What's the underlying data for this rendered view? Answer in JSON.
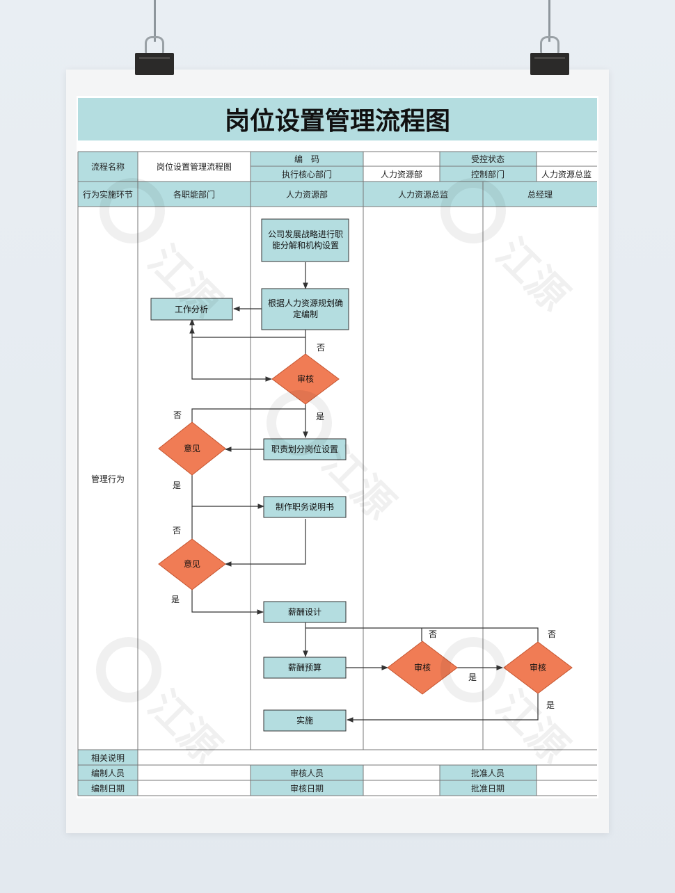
{
  "title": "岗位设置管理流程图",
  "header": {
    "flow_name_label": "流程名称",
    "flow_name_value": "岗位设置管理流程图",
    "code_label": "编　码",
    "code_value": "",
    "controlled_status_label": "受控状态",
    "controlled_status_value": "",
    "exec_dept_label": "执行核心部门",
    "exec_dept_value": "人力资源部",
    "control_dept_label": "控制部门",
    "control_dept_value": "人力资源总监"
  },
  "lanes": {
    "row_label": "行为实施环节",
    "cols": [
      "各职能部门",
      "人力资源部",
      "人力资源总监",
      "总经理"
    ]
  },
  "side_label": "管理行为",
  "nodes": {
    "n1": "公司发展战略进行职能分解和机构设置",
    "n1_line1": "公司发展战略进行职",
    "n1_line2": "能分解和机构设置",
    "n2_line1": "根据人力资源规划确",
    "n2_line2": "定编制",
    "job_analysis": "工作分析",
    "review1": "审核",
    "duty": "职责划分岗位设置",
    "opinion1": "意见",
    "job_desc": "制作职务说明书",
    "opinion2": "意见",
    "salary_design": "薪酬设计",
    "salary_budget": "薪酬预算",
    "review2": "审核",
    "review3": "审核",
    "implement": "实施"
  },
  "edge_labels": {
    "no": "否",
    "yes": "是"
  },
  "footer": {
    "notes_label": "相关说明",
    "notes_value": "",
    "editor_label": "编制人员",
    "reviewer_label": "审核人员",
    "approver_label": "批准人员",
    "edit_date_label": "编制日期",
    "review_date_label": "审核日期",
    "approve_date_label": "批准日期"
  },
  "watermark": "江源",
  "colors": {
    "header_fill": "#b4dde0",
    "process_fill": "#b4dde0",
    "decision_fill": "#f07c55",
    "line": "#333333"
  }
}
